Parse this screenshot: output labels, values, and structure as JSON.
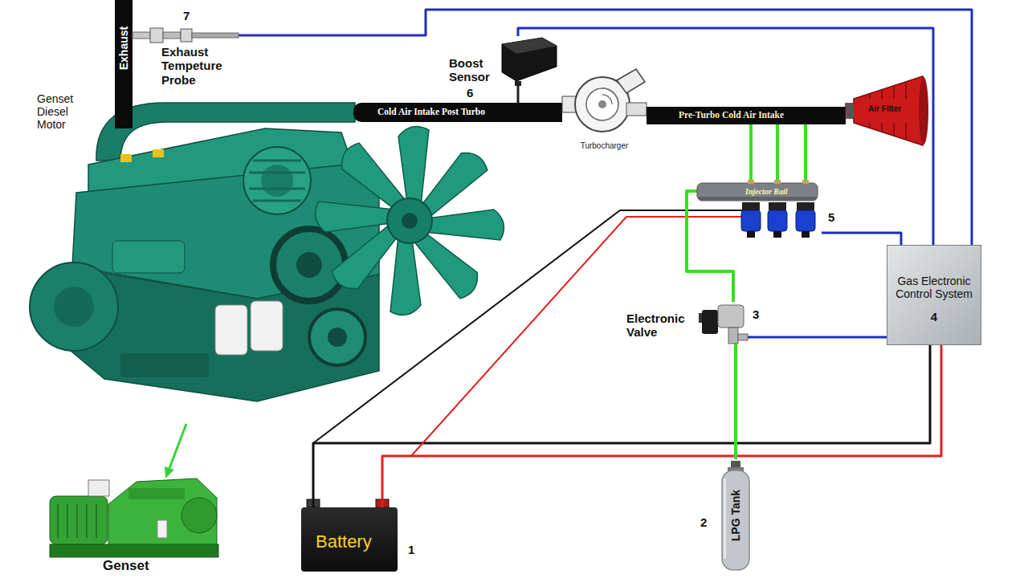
{
  "diagram": {
    "nodes": [
      {
        "text": [
          "Exhaust"
        ]
      },
      {
        "text": [
          "Exhaust Tempeture Probe"
        ]
      },
      {
        "text": [
          "Boost Sensor"
        ]
      },
      {
        "text": [
          "Cold Air Intake Post Turbo"
        ]
      },
      {
        "text": [
          "Turbocharger"
        ]
      },
      {
        "text": [
          "Pre-Turbo Cold Air Intake"
        ]
      },
      {
        "text": [
          "Air Filter"
        ]
      },
      {
        "text": [
          "Injector Rail"
        ]
      },
      {
        "text": [
          "Electronic Valve"
        ]
      },
      {
        "text": [
          "Gas Electronic Control System",
          "4"
        ]
      },
      {
        "text": [
          "Battery"
        ]
      },
      {
        "text": [
          "LPG Tank"
        ]
      }
    ],
    "edges": [
      {
        "from": 1,
        "to": 9,
        "arrow": "none"
      },
      {
        "from": 2,
        "to": 9,
        "arrow": "none"
      },
      {
        "from": 2,
        "to": 3,
        "arrow": "none"
      },
      {
        "from": 7,
        "to": 9,
        "arrow": "none"
      },
      {
        "from": 8,
        "to": 9,
        "arrow": "none"
      },
      {
        "from": 10,
        "to": 9,
        "arrow": "none"
      },
      {
        "from": 10,
        "to": 9,
        "arrow": "none"
      },
      {
        "from": 10,
        "to": 7,
        "arrow": "none"
      },
      {
        "from": 10,
        "to": 7,
        "arrow": "none"
      },
      {
        "from": 11,
        "to": 8,
        "arrow": "none"
      },
      {
        "from": 8,
        "to": 7,
        "arrow": "none"
      },
      {
        "from": 7,
        "to": 5,
        "arrow": "none"
      },
      {
        "from": 7,
        "to": 5,
        "arrow": "none"
      },
      {
        "from": 7,
        "to": 5,
        "arrow": "none"
      }
    ],
    "labels": [
      "Genset Diesel Motor",
      "7",
      "6",
      "5",
      "3",
      "1",
      "2",
      "Genset"
    ]
  }
}
